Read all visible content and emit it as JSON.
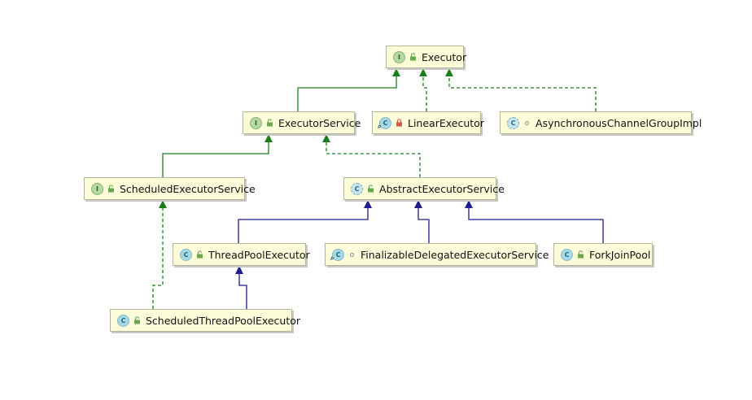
{
  "diagram": {
    "nodes": [
      {
        "id": "executor",
        "label": "Executor",
        "kind": "I",
        "kind_style": "interface",
        "access": "public-icon"
      },
      {
        "id": "executor_service",
        "label": "ExecutorService",
        "kind": "I",
        "kind_style": "interface",
        "access": "public-icon"
      },
      {
        "id": "linear_executor",
        "label": "LinearExecutor",
        "kind": "C",
        "kind_style": "class",
        "access": "private-lock-icon",
        "extra": "search-mark"
      },
      {
        "id": "async_group",
        "label": "AsynchronousChannelGroupImpl",
        "kind": "C",
        "kind_style": "abstract",
        "access": "package-dot-icon"
      },
      {
        "id": "scheduled_service",
        "label": "ScheduledExecutorService",
        "kind": "I",
        "kind_style": "interface",
        "access": "public-icon"
      },
      {
        "id": "abstract_service",
        "label": "AbstractExecutorService",
        "kind": "C",
        "kind_style": "abstract",
        "access": "public-icon"
      },
      {
        "id": "thread_pool",
        "label": "ThreadPoolExecutor",
        "kind": "C",
        "kind_style": "class",
        "access": "public-icon"
      },
      {
        "id": "finalizable",
        "label": "FinalizableDelegatedExecutorService",
        "kind": "C",
        "kind_style": "class",
        "access": "package-dot-icon",
        "extra": "search-mark"
      },
      {
        "id": "fork_join",
        "label": "ForkJoinPool",
        "kind": "C",
        "kind_style": "class",
        "access": "public-icon"
      },
      {
        "id": "scheduled_pool",
        "label": "ScheduledThreadPoolExecutor",
        "kind": "C",
        "kind_style": "class",
        "access": "public-icon"
      }
    ],
    "edges": [
      {
        "from": "executor_service",
        "to": "executor",
        "type": "extends-interface"
      },
      {
        "from": "linear_executor",
        "to": "executor",
        "type": "implements"
      },
      {
        "from": "async_group",
        "to": "executor",
        "type": "implements"
      },
      {
        "from": "scheduled_service",
        "to": "executor_service",
        "type": "extends-interface"
      },
      {
        "from": "abstract_service",
        "to": "executor_service",
        "type": "implements"
      },
      {
        "from": "thread_pool",
        "to": "abstract_service",
        "type": "extends"
      },
      {
        "from": "finalizable",
        "to": "abstract_service",
        "type": "extends"
      },
      {
        "from": "fork_join",
        "to": "abstract_service",
        "type": "extends"
      },
      {
        "from": "scheduled_pool",
        "to": "thread_pool",
        "type": "extends"
      },
      {
        "from": "scheduled_pool",
        "to": "scheduled_service",
        "type": "implements"
      }
    ],
    "colors": {
      "node_fill": "#fefdd9",
      "node_border": "#b5b598",
      "interface_edge": "#1a7f1a",
      "class_edge": "#1d1d8f"
    }
  }
}
